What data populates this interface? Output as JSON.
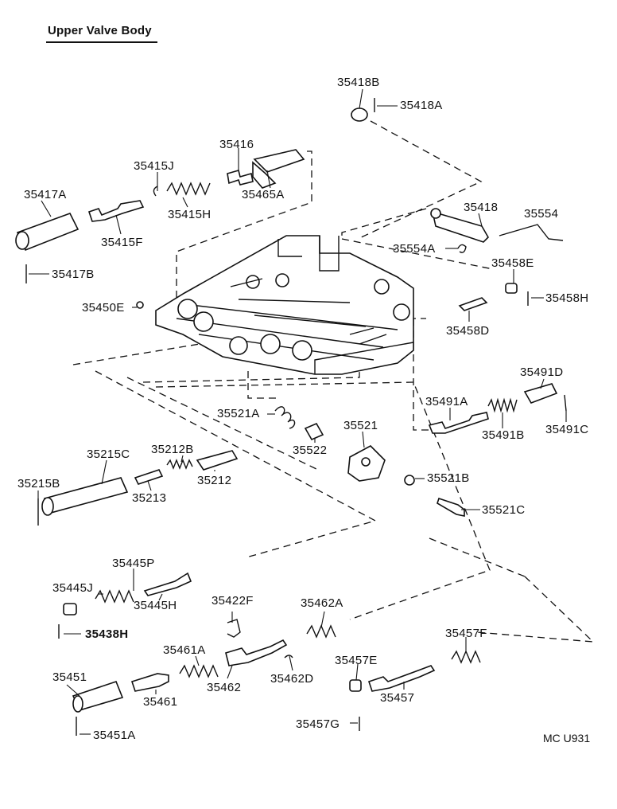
{
  "title": "Upper Valve Body",
  "code": "MC U931",
  "labels": {
    "l35418B": "35418B",
    "l35418A": "35418A",
    "l35416": "35416",
    "l35415J": "35415J",
    "l35417A": "35417A",
    "l35465A": "35465A",
    "l35415H": "35415H",
    "l35415F": "35415F",
    "l35418": "35418",
    "l35554": "35554",
    "l35554A": "35554A",
    "l35417B": "35417B",
    "l35458E": "35458E",
    "l35450E": "35450E",
    "l35458H": "35458H",
    "l35458D": "35458D",
    "l35491D": "35491D",
    "l35491A": "35491A",
    "l35521A": "35521A",
    "l35521": "35521",
    "l35491B": "35491B",
    "l35491C": "35491C",
    "l35522": "35522",
    "l35215C": "35215C",
    "l35212B": "35212B",
    "l35215B": "35215B",
    "l35212": "35212",
    "l35213": "35213",
    "l35521B": "35521B",
    "l35521C": "35521C",
    "l35445P": "35445P",
    "l35445J": "35445J",
    "l35445H": "35445H",
    "l35422F": "35422F",
    "l35462A": "35462A",
    "l35438H": "35438H",
    "l35457F": "35457F",
    "l35461A": "35461A",
    "l35457E": "35457E",
    "l35451": "35451",
    "l35462": "35462",
    "l35462D": "35462D",
    "l35457": "35457",
    "l35461": "35461",
    "l35457G": "35457G",
    "l35451A": "35451A"
  }
}
